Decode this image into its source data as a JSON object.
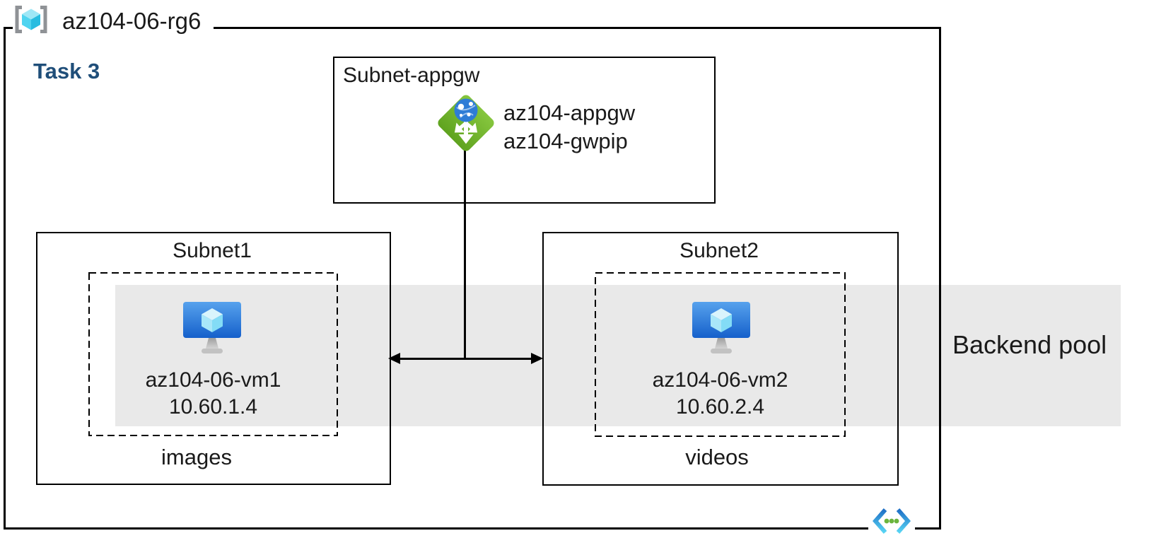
{
  "diagram": {
    "resource_group": {
      "name": "az104-06-rg6",
      "task": "Task 3",
      "icon": "resource-group-icon"
    },
    "appgw_subnet": {
      "label": "Subnet-appgw",
      "icon": "application-gateway-icon",
      "gateway_name": "az104-appgw",
      "public_ip_name": "az104-gwpip"
    },
    "subnet1": {
      "label": "Subnet1",
      "icon": "virtual-machine-icon",
      "vm_name": "az104-06-vm1",
      "vm_ip": "10.60.1.4",
      "container_label": "images"
    },
    "subnet2": {
      "label": "Subnet2",
      "icon": "virtual-machine-icon",
      "vm_name": "az104-06-vm2",
      "vm_ip": "10.60.2.4",
      "container_label": "videos"
    },
    "backend_pool": {
      "label": "Backend pool"
    },
    "footer_icon": "virtual-network-icon",
    "colors": {
      "task_label": "#1F4E79",
      "backend_pool_band": "#E9E9E9",
      "appgw_green": "#76B52D",
      "vm_screen_blue": "#1B65CE",
      "cube_cyan": "#50E6FF",
      "vnet_dot_green": "#6BB43D",
      "line_black": "#000000"
    }
  }
}
